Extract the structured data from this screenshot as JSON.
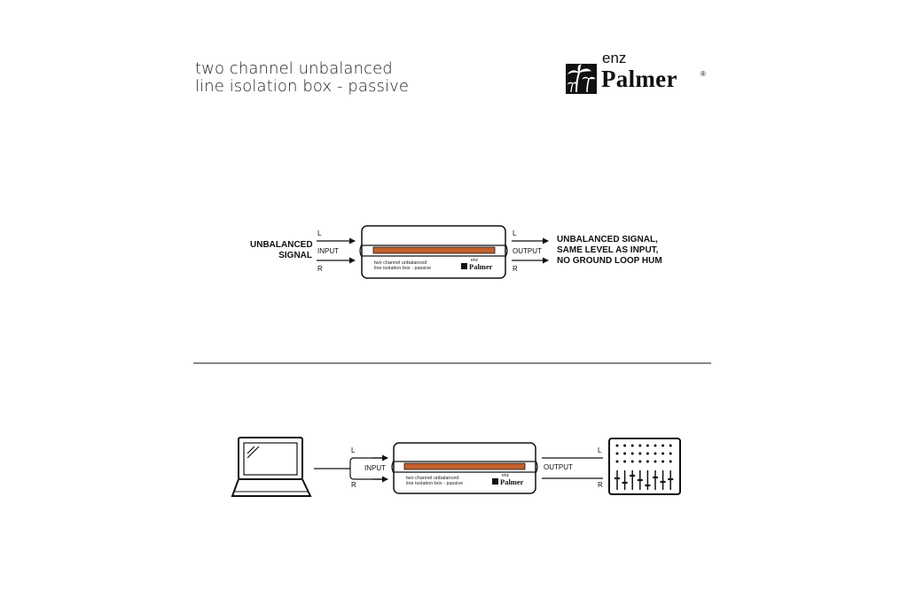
{
  "header": {
    "title_line1": "two channel unbalanced",
    "title_line2": "line isolation box - passive"
  },
  "logo": {
    "brand_small": "enz",
    "brand_main": "Palmer",
    "registered": "®"
  },
  "diagram1": {
    "left_signal_line1": "UNBALANCED",
    "left_signal_line2": "SIGNAL",
    "input_l": "L",
    "input_label": "INPUT",
    "input_r": "R",
    "box_text_line1": "two channel unbalanced",
    "box_text_line2": "line isolation box - passive",
    "box_brand_small": "enz",
    "box_brand_main": "Palmer",
    "output_l": "L",
    "output_label": "OUTPUT",
    "output_r": "R",
    "right_signal_line1": "UNBALANCED SIGNAL,",
    "right_signal_line2": "SAME LEVEL AS INPUT,",
    "right_signal_line3": "NO GROUND LOOP HUM"
  },
  "diagram2": {
    "input_l": "L",
    "input_label": "INPUT",
    "input_r": "R",
    "box_text_line1": "two channel unbalanced",
    "box_text_line2": "line isolation box - passive",
    "box_brand_small": "enz",
    "box_brand_main": "Palmer",
    "output_label": "OUTPUT",
    "output_l": "L",
    "output_r": "R"
  },
  "icons": [
    "palm-tree-logo-icon",
    "laptop-icon",
    "mixer-icon"
  ],
  "colors": {
    "accent_stripe": "#c4602c",
    "stroke": "#111111",
    "background": "#ffffff"
  }
}
